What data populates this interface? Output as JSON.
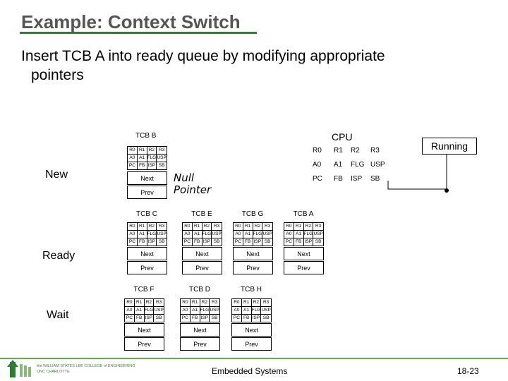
{
  "slide": {
    "title": "Example: Context Switch",
    "subtitle_line1": "Insert TCB A into ready queue by modifying appropriate",
    "subtitle_line2": "pointers"
  },
  "row_labels": {
    "new": "New",
    "ready": "Ready",
    "wait": "Wait"
  },
  "cpu": {
    "label": "CPU",
    "registers": [
      "R0",
      "R1",
      "R2",
      "R3",
      "A0",
      "A1",
      "FLG",
      "USP",
      "PC",
      "FB",
      "ISP",
      "SB"
    ],
    "running_label": "Running"
  },
  "null_pointer": "Null Pointer",
  "tcb_registers": [
    "R0",
    "R1",
    "R2",
    "R3",
    "A0",
    "A1",
    "FLG",
    "USP",
    "PC",
    "FB",
    "ISP",
    "SB"
  ],
  "tcbs": {
    "b": {
      "name": "TCB B",
      "next": "Next",
      "prev": "Prev"
    },
    "c": {
      "name": "TCB C",
      "next": "Next",
      "prev": "Prev"
    },
    "e": {
      "name": "TCB E",
      "next": "Next",
      "prev": "Prev"
    },
    "g": {
      "name": "TCB G",
      "next": "Next",
      "prev": "Prev"
    },
    "a": {
      "name": "TCB A",
      "next": "Next",
      "prev": "Prev"
    },
    "f": {
      "name": "TCB F",
      "next": "Next",
      "prev": "Prev"
    },
    "d": {
      "name": "TCB D",
      "next": "Next",
      "prev": "Prev"
    },
    "h": {
      "name": "TCB H",
      "next": "Next",
      "prev": "Prev"
    }
  },
  "footer": {
    "logo_line1": "the WILLIAM STATES LEE COLLEGE of ENGINEERING",
    "logo_line2": "UNC CHARLOTTE",
    "center": "Embedded Systems",
    "page": "18-23"
  }
}
